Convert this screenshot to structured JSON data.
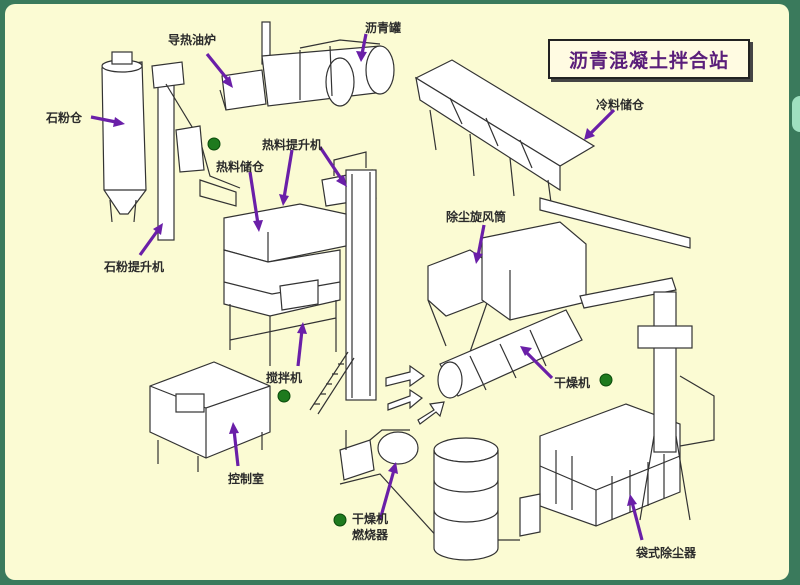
{
  "title": "沥青混凝土拌合站",
  "labels": {
    "thermal_oil_furnace": "导热油炉",
    "asphalt_tank": "沥青罐",
    "powder_silo": "石粉仓",
    "cold_bin": "冷料储仓",
    "hot_elevator": "热料提升机",
    "hot_bin": "热料储仓",
    "dust_cyclone": "除尘旋风筒",
    "powder_elevator": "石粉提升机",
    "mixer": "搅拌机",
    "dryer": "干燥机",
    "control_room": "控制室",
    "burner_line1": "干燥机",
    "burner_line2": "燃烧器",
    "bag_filter": "袋式除尘器"
  },
  "colors": {
    "panel": "#fbfbd3",
    "arrow": "#6a1fa8",
    "marker": "#1e7a1e",
    "title_text": "#5a1e7a"
  }
}
